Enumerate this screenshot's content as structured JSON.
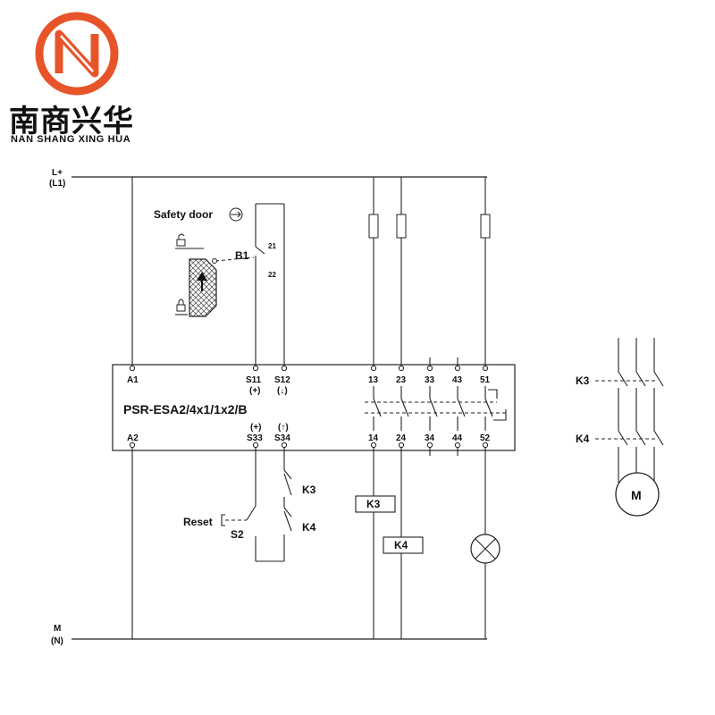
{
  "brand": {
    "name_cn": "南商兴华",
    "name_en": "NAN SHANG XING HUA",
    "logo_color": "#E8542A"
  },
  "supply": {
    "positive_label": "L+",
    "positive_sub": "(L1)",
    "neutral_label": "M",
    "neutral_sub": "(N)"
  },
  "door": {
    "label": "Safety door",
    "switch_label": "B1",
    "contact_top": "21",
    "contact_bottom": "22"
  },
  "module": {
    "name": "PSR-ESA2/4x1/1x2/B",
    "terminals_top": {
      "a1": "A1",
      "s11": "S11",
      "s11_sign": "(+)",
      "s12": "S12",
      "s12_sign": "(↓)",
      "t13": "13",
      "t23": "23",
      "t33": "33",
      "t43": "43",
      "t51": "51"
    },
    "terminals_bottom": {
      "a2": "A2",
      "s33_sign": "(+)",
      "s33": "S33",
      "s34_sign": "(↑)",
      "s34": "S34",
      "t14": "14",
      "t24": "24",
      "t34": "34",
      "t44": "44",
      "t52": "52"
    }
  },
  "reset_circuit": {
    "reset_label": "Reset",
    "button_label": "S2",
    "contact_k3": "K3",
    "contact_k4": "K4"
  },
  "contactors": {
    "coil_k3": "K3",
    "coil_k4": "K4"
  },
  "motor": {
    "label_k3": "K3",
    "label_k4": "K4",
    "motor_label": "M"
  }
}
